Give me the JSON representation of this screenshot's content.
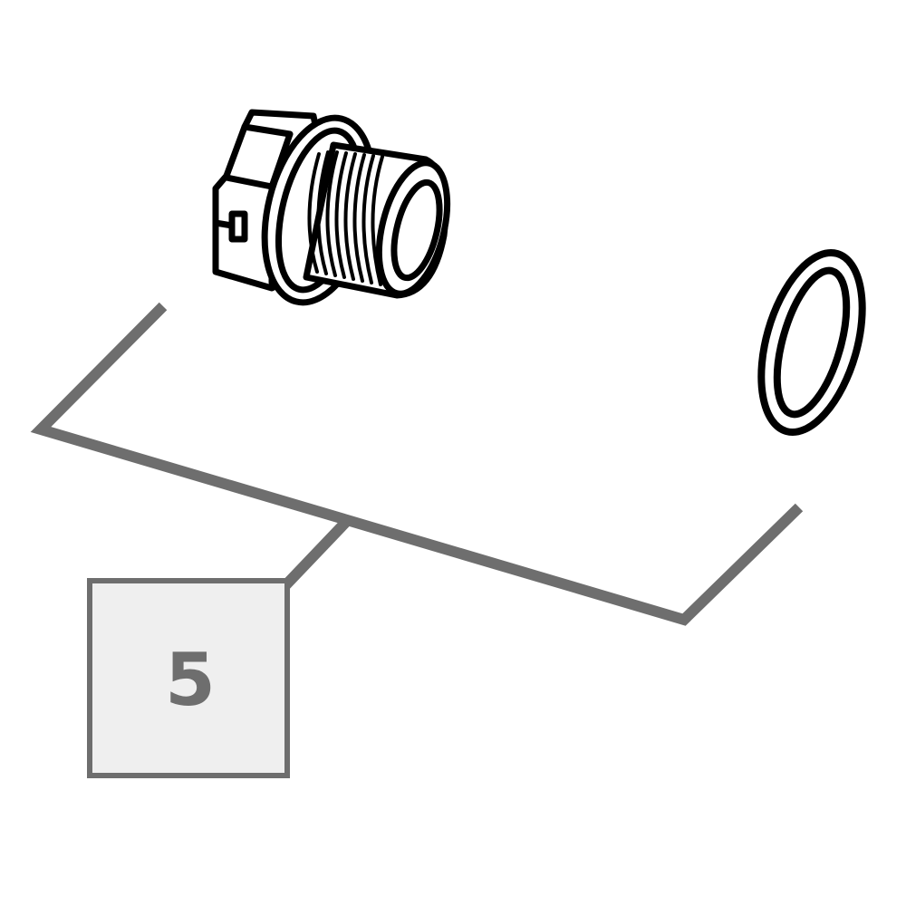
{
  "callout": {
    "number": "5"
  },
  "colors": {
    "line_art": "#000000",
    "bracket": "#6e6e6e",
    "label_box_fill": "#efefef",
    "label_box_stroke": "#6e6e6e",
    "label_text": "#6e6e6e"
  },
  "parts": [
    {
      "name": "drain-plug",
      "icon": "threaded-plug-icon"
    },
    {
      "name": "o-ring",
      "icon": "o-ring-icon"
    }
  ]
}
